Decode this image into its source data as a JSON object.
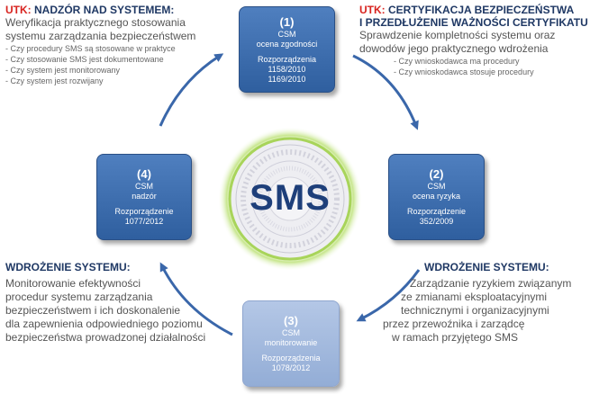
{
  "center": {
    "label": "SMS"
  },
  "boxes": {
    "b1": {
      "num": "(1)",
      "l1": "CSM",
      "l2": "ocena zgodności",
      "l3": "Rozporządzenia",
      "l4": "1158/2010",
      "l5": "1169/2010"
    },
    "b2": {
      "num": "(2)",
      "l1": "CSM",
      "l2": "ocena ryzyka",
      "l3": "Rozporządzenie",
      "l4": "352/2009"
    },
    "b3": {
      "num": "(3)",
      "l1": "CSM",
      "l2": "monitorowanie",
      "l3": "Rozporządzenia",
      "l4": "1078/2012"
    },
    "b4": {
      "num": "(4)",
      "l1": "CSM",
      "l2": "nadzór",
      "l3": "Rozporządzenie",
      "l4": "1077/2012"
    }
  },
  "top_left": {
    "prefix": "UTK:",
    "title": "NADZÓR NAD SYSTEMEM:",
    "line1": "Weryfikacja praktycznego stosowania",
    "line2": "systemu zarządzania bezpieczeństwem",
    "bullets": [
      "- Czy procedury  SMS są stosowane w praktyce",
      "- Czy stosowanie SMS jest dokumentowane",
      "- Czy system jest monitorowany",
      "- Czy system jest rozwijany"
    ]
  },
  "top_right": {
    "prefix": "UTK:",
    "title1": "CERTYFIKACJA BEZPIECZEŃSTWA",
    "title2": "I PRZEDŁUŻENIE WAŻNOŚCI CERTYFIKATU",
    "line1": "Sprawdzenie kompletności systemu oraz",
    "line2": "dowodów jego praktycznego wdrożenia",
    "bullets": [
      "- Czy wnioskodawca  ma procedury",
      "- Czy wnioskodawca  stosuje procedury"
    ]
  },
  "bottom_left": {
    "title": "WDROŻENIE SYSTEMU:",
    "lines": [
      "Monitorowanie efektywności",
      "procedur systemu zarządzania",
      "bezpieczeństwem i ich doskonalenie",
      "dla zapewnienia odpowiedniego poziomu",
      "bezpieczeństwa prowadzonej działalności"
    ]
  },
  "bottom_right": {
    "title": "WDROŻENIE SYSTEMU:",
    "lines": [
      "Zarządzanie ryzykiem związanym",
      "ze zmianami eksploatacyjnymi",
      "technicznymi i organizacyjnymi",
      "przez przewoźnika i  zarządcę",
      "w ramach przyjętego SMS"
    ]
  },
  "colors": {
    "box_blue": "#3b6cae",
    "box_light": "#a6bce0",
    "arrow": "#3a67aa",
    "accent_red": "#d8231f",
    "title_navy": "#1f3864",
    "ring_green": "#a8d45a"
  }
}
